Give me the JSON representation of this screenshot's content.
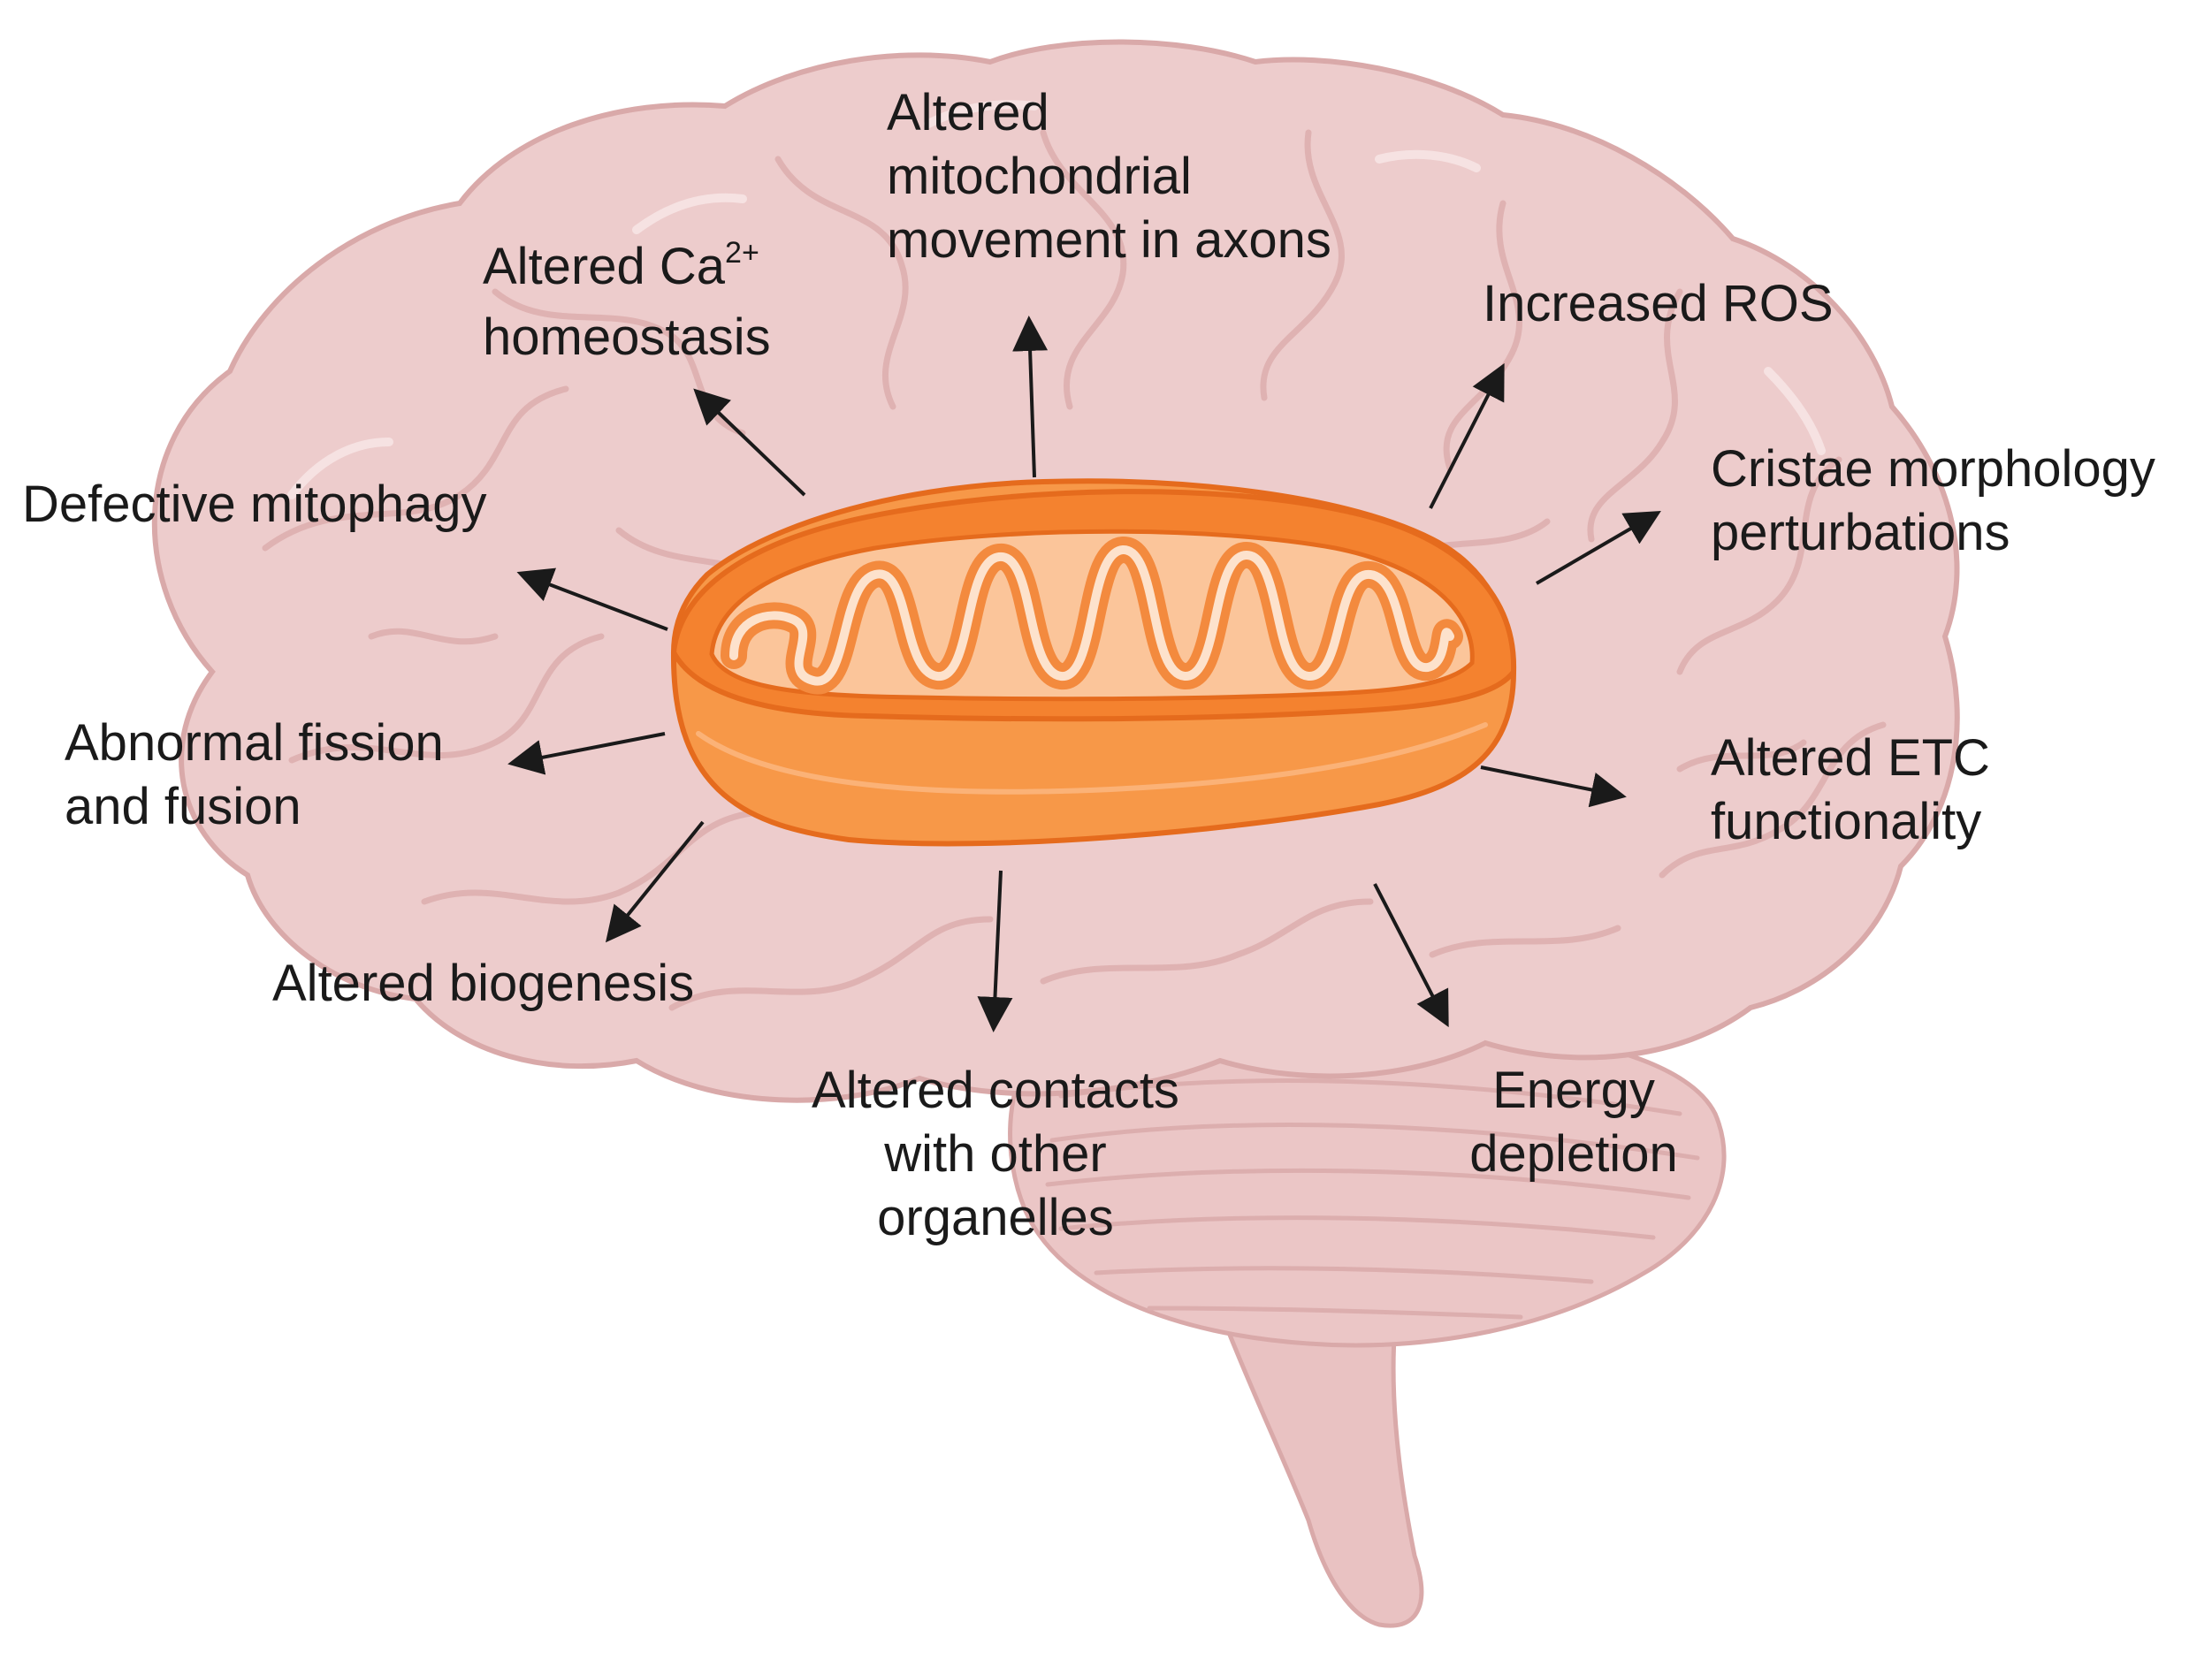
{
  "colors": {
    "brain_fill": "#edcccc",
    "brain_stroke": "#d9a9a9",
    "brain_fold": "#e2b6b6",
    "mito_outer": "#f4822f",
    "mito_outer_dark": "#e0661a",
    "mito_inner": "#fbc59a",
    "mito_cristae": "#f7a365",
    "arrow": "#1a1a1a",
    "text": "#1a1a1a"
  },
  "labels": {
    "movement": [
      "Altered",
      "mitochondrial",
      "movement in axons"
    ],
    "calcium": {
      "line1_prefix": "Altered Ca",
      "line1_sup": "2+",
      "line2": "homeostasis"
    },
    "ros": "Increased ROS",
    "cristae": [
      "Cristae morphology",
      "perturbations"
    ],
    "mitophagy": "Defective mitophagy",
    "fission": [
      "Abnormal fission",
      "and fusion"
    ],
    "etc": [
      "Altered ETC",
      "functionality"
    ],
    "biogenesis": "Altered biogenesis",
    "contacts": [
      "Altered contacts",
      "with other",
      "organelles"
    ],
    "energy": [
      "Energy",
      "depletion"
    ]
  },
  "icons": {
    "brain": "brain-icon",
    "mitochondrion": "mitochondrion-icon",
    "arrow": "arrow-icon"
  }
}
